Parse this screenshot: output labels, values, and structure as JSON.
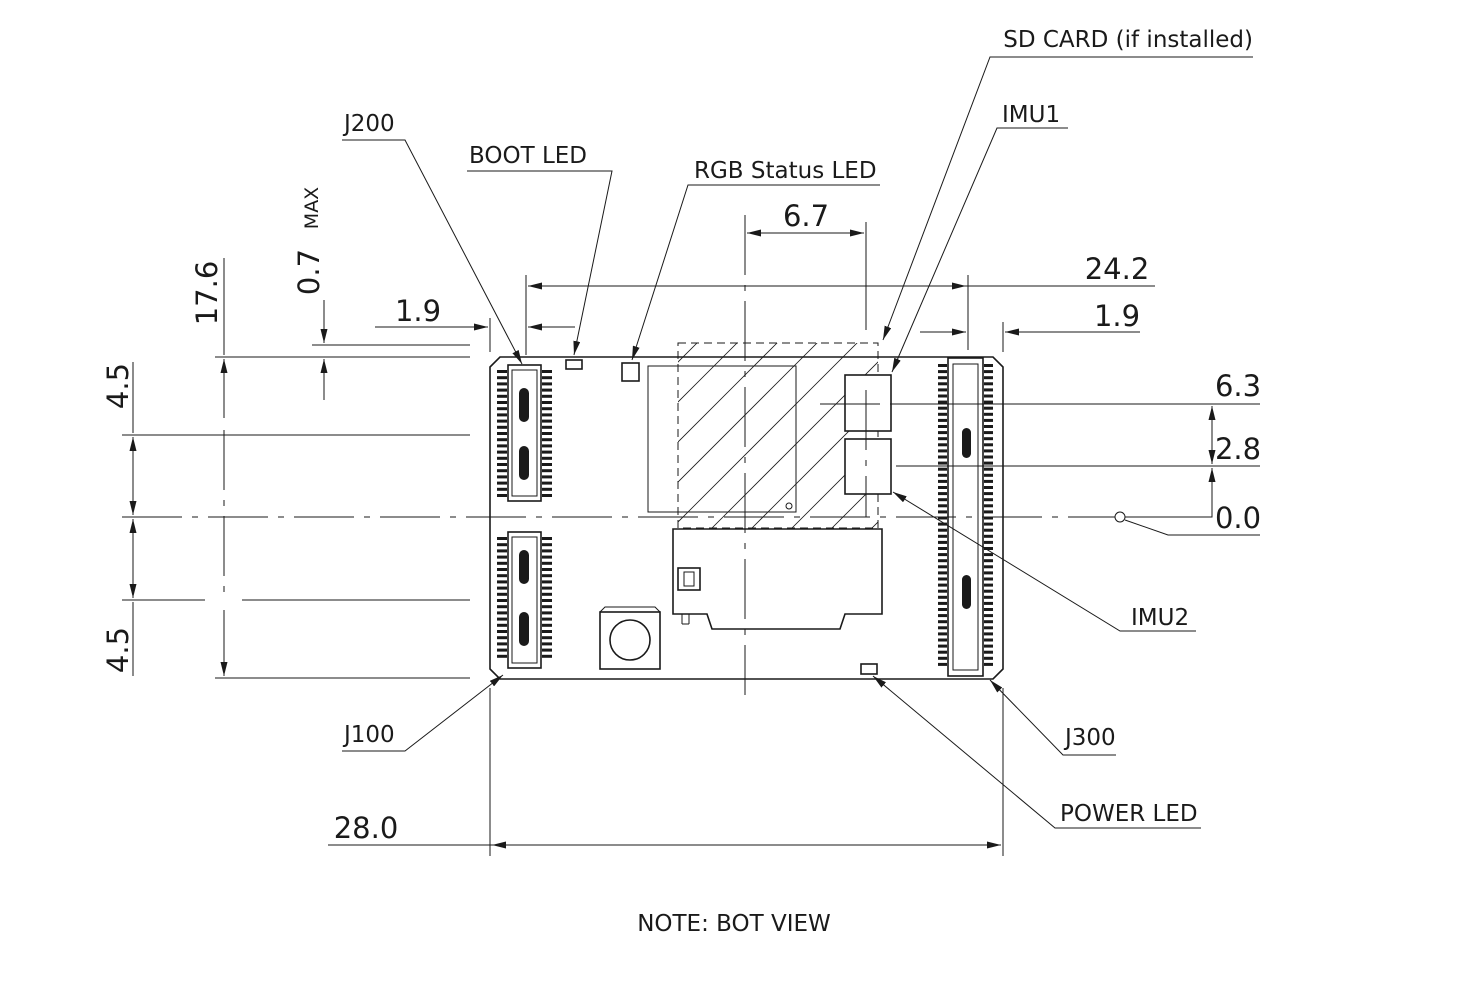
{
  "callouts": {
    "sd_card": "SD CARD (if installed)",
    "imu1": "IMU1",
    "j200": "J200",
    "boot_led": "BOOT LED",
    "rgb_led": "RGB Status LED",
    "imu2": "IMU2",
    "j100": "J100",
    "j300": "J300",
    "power_led": "POWER LED"
  },
  "dimensions": {
    "d6_7": "6.7",
    "d24_2": "24.2",
    "d1_9_left": "1.9",
    "d1_9_right": "1.9",
    "d17_6": "17.6",
    "d0_7": "0.7",
    "max": "MAX",
    "d4_5_top": "4.5",
    "d4_5_bottom": "4.5",
    "d6_3": "6.3",
    "d2_8": "2.8",
    "d0_0": "0.0",
    "d28_0": "28.0"
  },
  "note": "NOTE: BOT VIEW"
}
